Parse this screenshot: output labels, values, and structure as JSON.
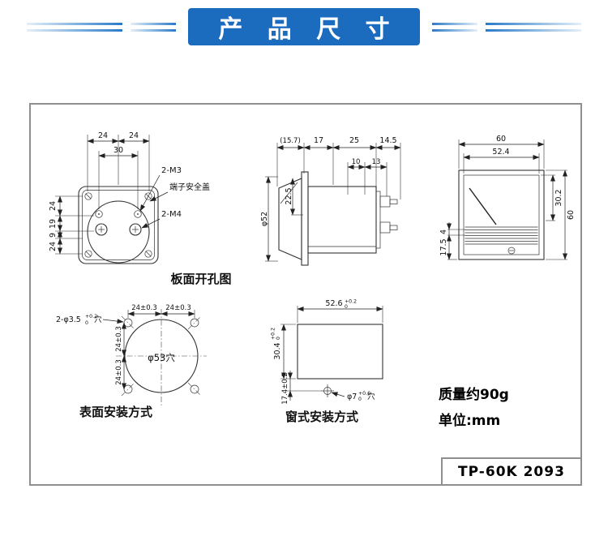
{
  "header": {
    "title": "产 品 尺 寸"
  },
  "front_view": {
    "caption": "板面开孔图",
    "dim_top_left_24": "24",
    "dim_top_right_24": "24",
    "dim_30": "30",
    "label_m3": "2-M3",
    "label_terminal_cover": "端子安全盖",
    "label_m4": "2-M4",
    "dim_left_24_top": "24",
    "dim_left_19": "19",
    "dim_left_9": "9",
    "dim_left_24_bottom": "24"
  },
  "side_view": {
    "dim_15_7": "(15.7)",
    "dim_17": "17",
    "dim_25": "25",
    "dim_14_5": "14.5",
    "dim_10": "10",
    "dim_13": "13",
    "dim_phi52": "φ52",
    "dim_22_5": "22.5"
  },
  "face_view": {
    "dim_60_top": "60",
    "dim_52_4": "52.4",
    "dim_30_2": "30.2",
    "dim_60_right": "60",
    "dim_4": "4",
    "dim_17_5": "17.5"
  },
  "surface_mount": {
    "caption": "表面安装方式",
    "hole_label": "2-φ3.5",
    "hole_tol_top": "+0.2",
    "hole_tol_bottom": "0",
    "hole_suffix": "穴",
    "dim_top_left": "24±0.3",
    "dim_top_right": "24±0.3",
    "dim_left_top": "24±0.3",
    "dim_left_bottom": "24±0.3",
    "center_label": "φ53穴"
  },
  "window_mount": {
    "caption": "窗式安装方式",
    "width_dim": "52.6",
    "width_tol_top": "+0.2",
    "width_tol_bottom": "0",
    "height_dim": "30.4",
    "height_tol_top": "+0.2",
    "height_tol_bottom": "0",
    "offset_dim": "17.4±0.2",
    "hole_label": "φ7",
    "hole_tol_top": "+0.6",
    "hole_tol_bottom": "0",
    "hole_suffix": "穴"
  },
  "notes": {
    "weight": "质量约90g",
    "unit": "单位:mm"
  },
  "model_label": "TP-60K 2093"
}
